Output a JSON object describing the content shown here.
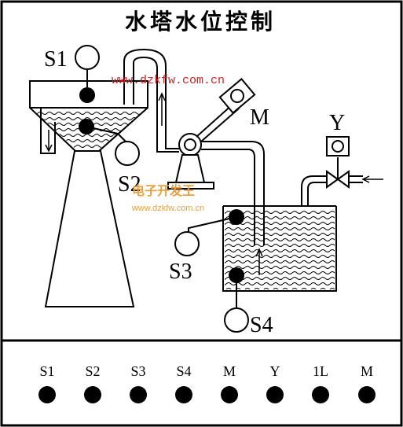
{
  "title": "水塔水位控制",
  "watermark_top": "www.dzkfw.com.cn",
  "watermark_mid_cn": "电子开发王",
  "watermark_mid_url": "www.dzkfw.com.cn",
  "labels": {
    "s1": "S1",
    "s2": "S2",
    "s3": "S3",
    "s4": "S4",
    "motor": "M",
    "valve": "Y"
  },
  "terminals": [
    "S1",
    "S2",
    "S3",
    "S4",
    "M",
    "Y",
    "1L",
    "M"
  ]
}
